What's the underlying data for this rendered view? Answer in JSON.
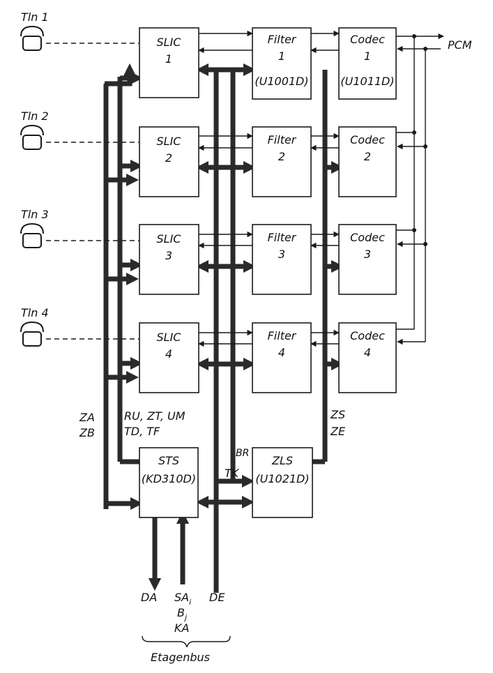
{
  "subscribers": [
    {
      "label": "Tln 1"
    },
    {
      "label": "Tln 2"
    },
    {
      "label": "Tln 3"
    },
    {
      "label": "Tln 4"
    }
  ],
  "rows": [
    {
      "slic": [
        "SLIC",
        "1"
      ],
      "filter": [
        "Filter",
        "1",
        "(U1001D)"
      ],
      "codec": [
        "Codec",
        "1",
        "(U1011D)"
      ]
    },
    {
      "slic": [
        "SLIC",
        "2"
      ],
      "filter": [
        "Filter",
        "2",
        ""
      ],
      "codec": [
        "Codec",
        "2",
        ""
      ]
    },
    {
      "slic": [
        "SLIC",
        "3"
      ],
      "filter": [
        "Filter",
        "3",
        ""
      ],
      "codec": [
        "Codec",
        "3",
        ""
      ]
    },
    {
      "slic": [
        "SLIC",
        "4"
      ],
      "filter": [
        "Filter",
        "4",
        ""
      ],
      "codec": [
        "Codec",
        "4",
        ""
      ]
    }
  ],
  "sts": [
    "STS",
    "(KD310D)"
  ],
  "zls": [
    "ZLS",
    "(U1021D)"
  ],
  "labels": {
    "pcm": "PCM",
    "za": "ZA",
    "zb": "ZB",
    "ctrl1": "RU, ZT, UM",
    "ctrl2": "TD, TF",
    "zs": "ZS",
    "ze": "ZE",
    "br": "BR",
    "tk": "TK",
    "da": "DA",
    "sa": "SA",
    "sa_sub": "i",
    "b": "B",
    "b_sub": "j",
    "ka": "KA",
    "de": "DE",
    "bus": "Etagenbus"
  },
  "colors": {
    "ink": "#1a1a1a",
    "bus": "#2a2a2a",
    "paper": "#ffffff"
  }
}
